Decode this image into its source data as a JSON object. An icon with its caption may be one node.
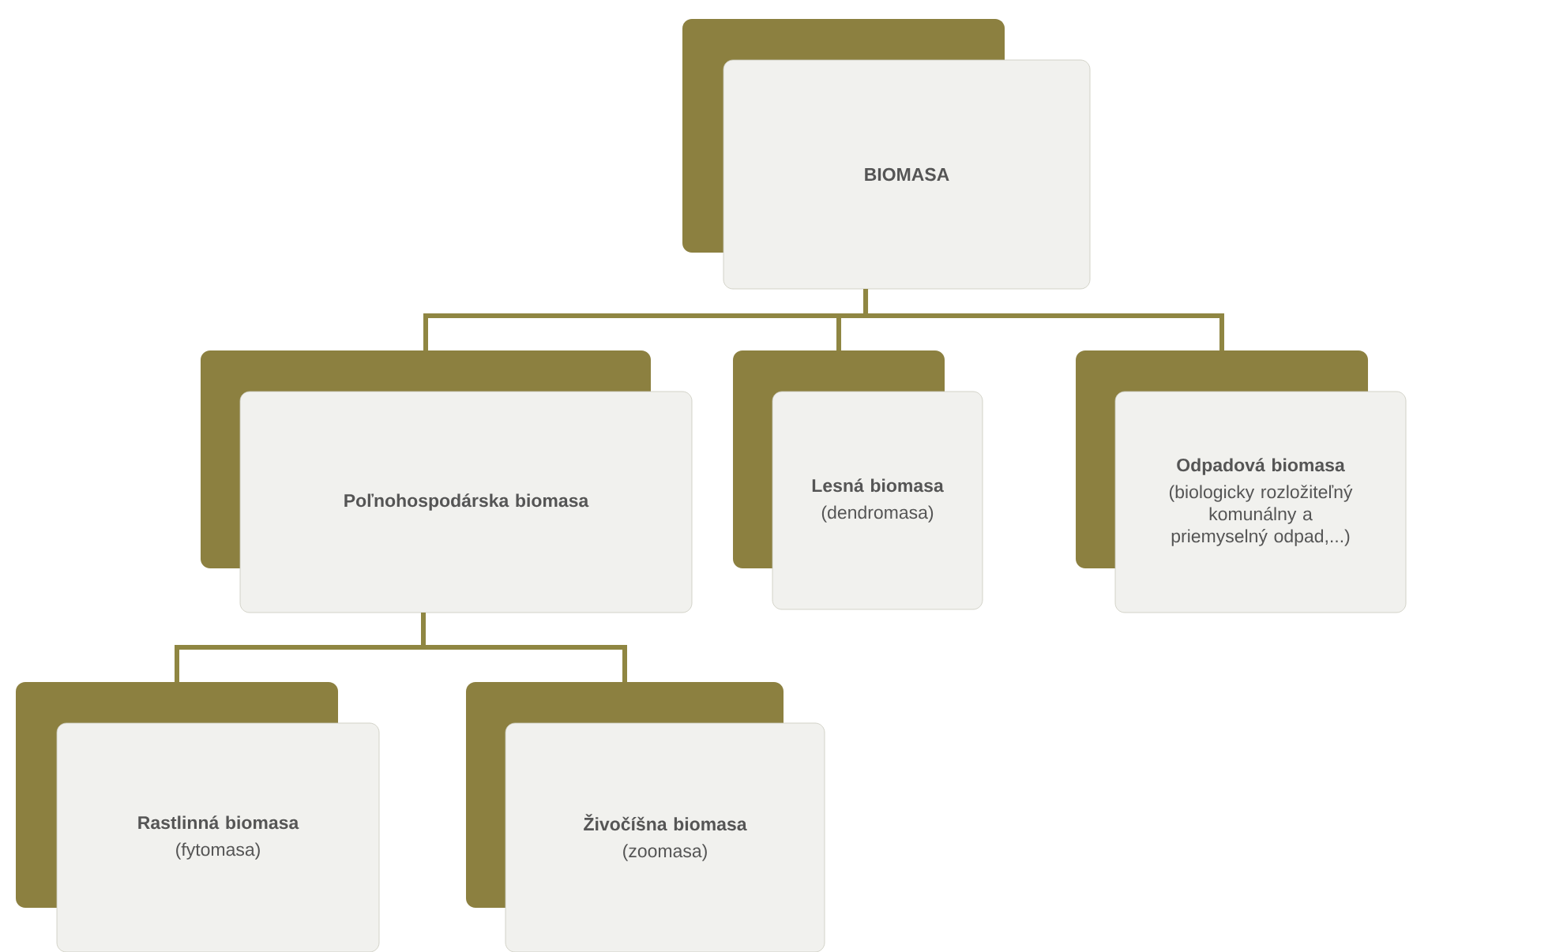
{
  "diagram": {
    "nodes": [
      {
        "text": [
          "BIOMASA"
        ]
      },
      {
        "text": [
          "Poľnohospodárska biomasa"
        ]
      },
      {
        "text": [
          "Lesná biomasa",
          "(dendromasa)"
        ]
      },
      {
        "text": [
          "Odpadová biomasa",
          "(biologicky rozložiteľný komunálny a priemyselný odpad,...)"
        ]
      },
      {
        "text": [
          "Rastlinná biomasa",
          "(fytomasa)"
        ]
      },
      {
        "text": [
          "Živočíšna biomasa",
          "(zoomasa)"
        ]
      }
    ],
    "edges": [
      {
        "from": 0,
        "to": 1,
        "arrow": "none"
      },
      {
        "from": 0,
        "to": 2,
        "arrow": "none"
      },
      {
        "from": 0,
        "to": 3,
        "arrow": "none"
      },
      {
        "from": 1,
        "to": 4,
        "arrow": "none"
      },
      {
        "from": 1,
        "to": 5,
        "arrow": "none"
      }
    ]
  }
}
